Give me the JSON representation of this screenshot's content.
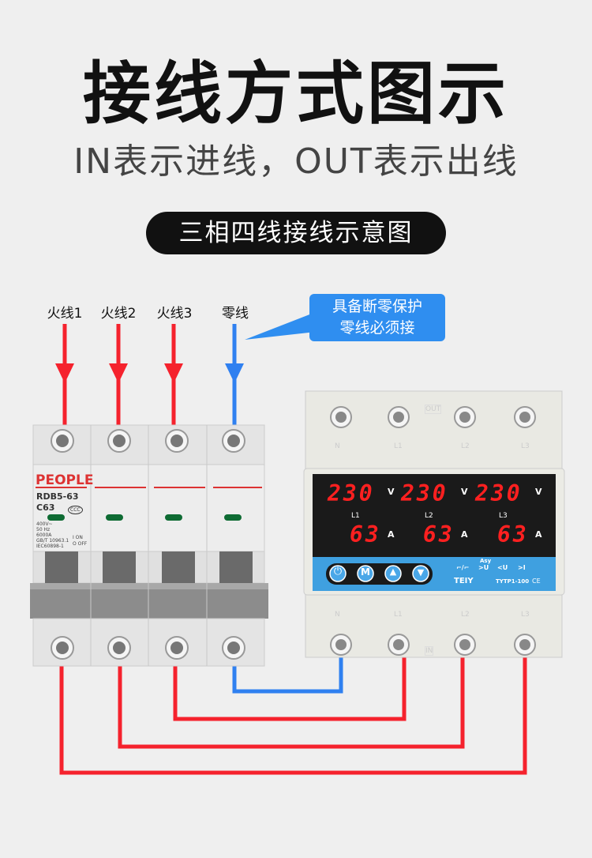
{
  "title": "接线方式图示",
  "subtitle": "IN表示进线，OUT表示出线",
  "section_label": "三相四线接线示意图",
  "wire_labels": [
    "火线1",
    "火线2",
    "火线3",
    "零线"
  ],
  "callout": {
    "line1": "具备断零保护",
    "line2": "零线必须接"
  },
  "breaker": {
    "brand": "PEOPLE",
    "model": "RDB5-63",
    "rating": "C63",
    "specs": [
      "400V~",
      "50 Hz",
      "6000A",
      "GB/T 10963.1",
      "IEC60898-1"
    ],
    "on": "I ON",
    "off": "O OFF",
    "cert": "CCC"
  },
  "protector": {
    "brand": "TEIY",
    "model": "TYTP1-100",
    "ce": "CE",
    "out_label": "OUT",
    "in_label": "IN",
    "top_terminals": [
      "N",
      "L1",
      "L2",
      "L3"
    ],
    "bottom_terminals": [
      "N",
      "L1",
      "L2",
      "L3"
    ],
    "phases": [
      {
        "name": "L1",
        "voltage": "230",
        "voltage_unit": "V",
        "current": "63",
        "current_unit": "A"
      },
      {
        "name": "L2",
        "voltage": "230",
        "voltage_unit": "V",
        "current": "63",
        "current_unit": "A"
      },
      {
        "name": "L3",
        "voltage": "230",
        "voltage_unit": "V",
        "current": "63",
        "current_unit": "A"
      }
    ],
    "buttons": [
      "power",
      "M",
      "up",
      "down"
    ],
    "indicators": {
      "asy": "Asy",
      "labels": [
        "⌐/⌐",
        "&gt;U",
        "&lt;U",
        "&gt;I"
      ]
    }
  },
  "colors": {
    "live": "#f5222d",
    "neutral": "#2f80f0",
    "accent": "#2f8ef0",
    "panel_blue": "#3fa0e0"
  }
}
